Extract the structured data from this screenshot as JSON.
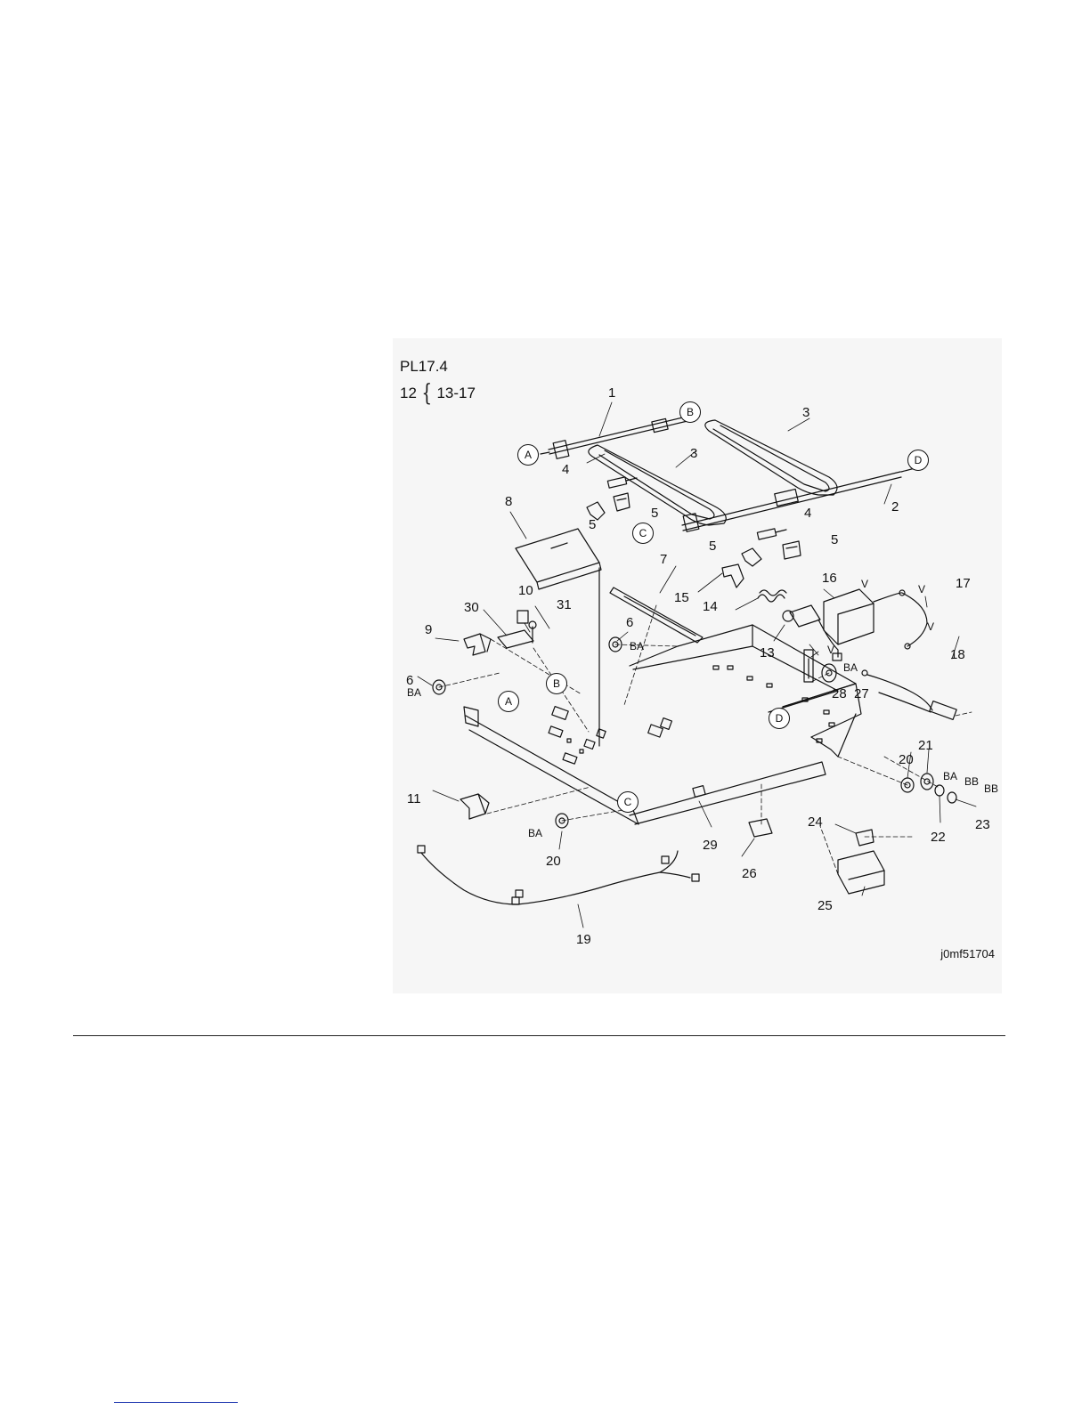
{
  "figure": {
    "title": "PL17.4",
    "range_parent": "12",
    "range_children": "13-17",
    "figure_id": "j0mf51704"
  },
  "callouts": [
    {
      "id": "c1",
      "text": "1"
    },
    {
      "id": "c2",
      "text": "2"
    },
    {
      "id": "c3a",
      "text": "3"
    },
    {
      "id": "c3b",
      "text": "3"
    },
    {
      "id": "c4a",
      "text": "4"
    },
    {
      "id": "c4b",
      "text": "4"
    },
    {
      "id": "c5a",
      "text": "5"
    },
    {
      "id": "c5b",
      "text": "5"
    },
    {
      "id": "c5c",
      "text": "5"
    },
    {
      "id": "c5d",
      "text": "5"
    },
    {
      "id": "c6a",
      "text": "6"
    },
    {
      "id": "c6b",
      "text": "6"
    },
    {
      "id": "c7",
      "text": "7"
    },
    {
      "id": "c8",
      "text": "8"
    },
    {
      "id": "c9",
      "text": "9"
    },
    {
      "id": "c10",
      "text": "10"
    },
    {
      "id": "c11",
      "text": "11"
    },
    {
      "id": "c13",
      "text": "13"
    },
    {
      "id": "c14",
      "text": "14"
    },
    {
      "id": "c15",
      "text": "15"
    },
    {
      "id": "c16",
      "text": "16"
    },
    {
      "id": "c17",
      "text": "17"
    },
    {
      "id": "c18",
      "text": "18"
    },
    {
      "id": "c19",
      "text": "19"
    },
    {
      "id": "c20a",
      "text": "20"
    },
    {
      "id": "c20b",
      "text": "20"
    },
    {
      "id": "c21",
      "text": "21"
    },
    {
      "id": "c22",
      "text": "22"
    },
    {
      "id": "c23",
      "text": "23"
    },
    {
      "id": "c24",
      "text": "24"
    },
    {
      "id": "c25",
      "text": "25"
    },
    {
      "id": "c26",
      "text": "26"
    },
    {
      "id": "c27",
      "text": "27"
    },
    {
      "id": "c28",
      "text": "28"
    },
    {
      "id": "c29",
      "text": "29"
    },
    {
      "id": "c30",
      "text": "30"
    },
    {
      "id": "c31",
      "text": "31"
    }
  ],
  "tags": [
    {
      "id": "t-ba-6a",
      "text": "BA"
    },
    {
      "id": "t-ba-6b",
      "text": "BA"
    },
    {
      "id": "t-ba-20",
      "text": "BA"
    },
    {
      "id": "t-ba-21",
      "text": "BA"
    },
    {
      "id": "t-ba-27",
      "text": "BA"
    },
    {
      "id": "t-bb-22",
      "text": "BB"
    },
    {
      "id": "t-bb-23",
      "text": "BB"
    },
    {
      "id": "t-v-16",
      "text": "V"
    },
    {
      "id": "t-v-17a",
      "text": "V"
    },
    {
      "id": "t-v-17b",
      "text": "V"
    },
    {
      "id": "t-v-28",
      "text": "V"
    }
  ],
  "connectors": [
    {
      "id": "n-a1",
      "text": "A"
    },
    {
      "id": "n-b1",
      "text": "B"
    },
    {
      "id": "n-c1",
      "text": "C"
    },
    {
      "id": "n-d1",
      "text": "D"
    },
    {
      "id": "n-b2",
      "text": "B"
    },
    {
      "id": "n-a2",
      "text": "A"
    },
    {
      "id": "n-d2",
      "text": "D"
    },
    {
      "id": "n-c2",
      "text": "C"
    }
  ]
}
